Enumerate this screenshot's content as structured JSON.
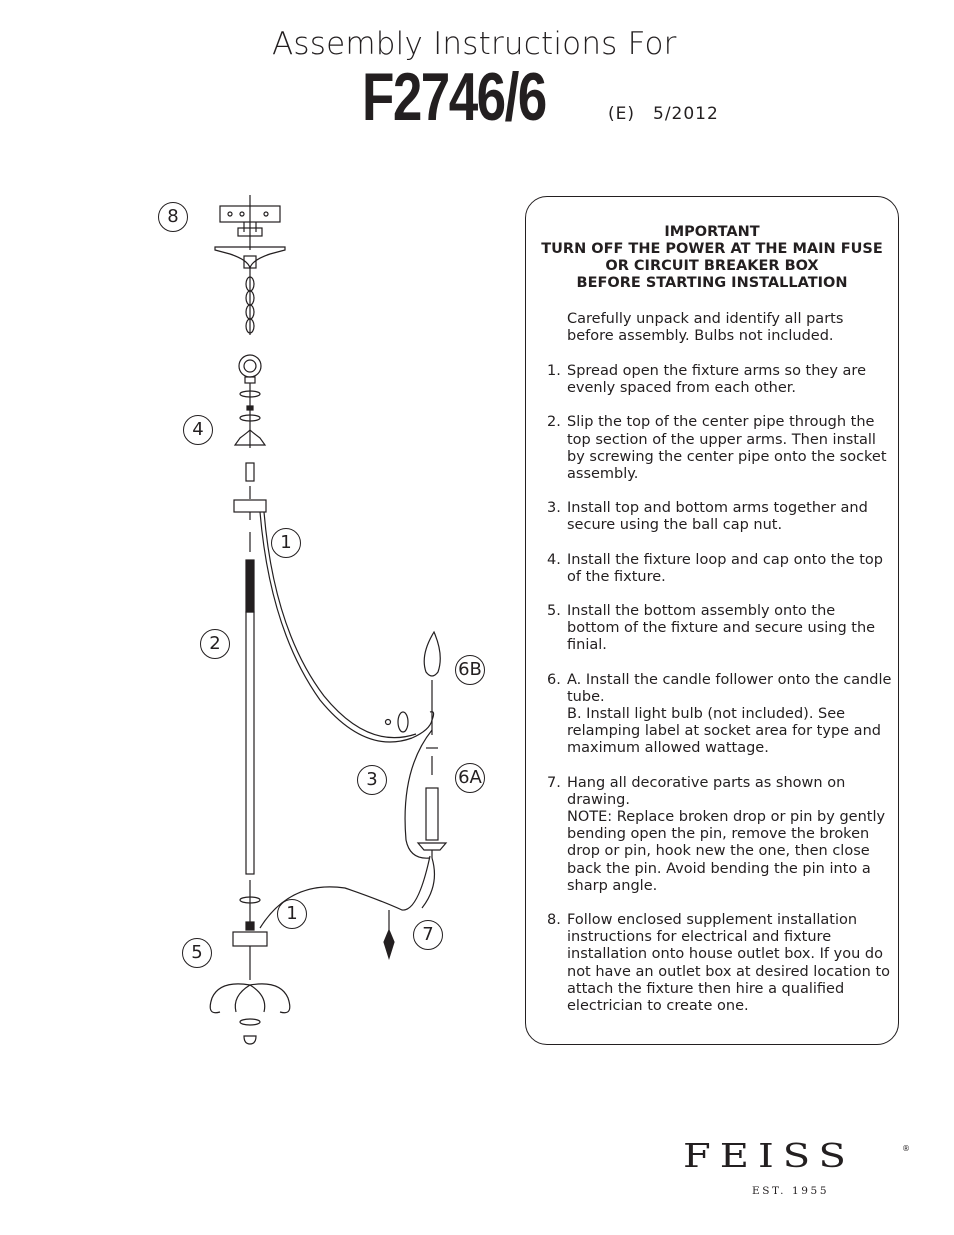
{
  "header": {
    "title": "Assembly Instructions For",
    "model_number": "F2746/6",
    "revision": "(E)",
    "date": "5/2012"
  },
  "diagram": {
    "callouts": [
      "8",
      "4",
      "1",
      "2",
      "6B",
      "3",
      "6A",
      "1",
      "7",
      "5"
    ]
  },
  "instructions": {
    "important_lines": [
      "IMPORTANT",
      "TURN OFF THE POWER AT THE MAIN FUSE",
      "OR CIRCUIT BREAKER BOX",
      "BEFORE STARTING INSTALLATION"
    ],
    "intro": "Carefully unpack and identify all parts before assembly.  Bulbs not included.",
    "steps": [
      {
        "number": "1.",
        "text": "Spread open the fixture arms so they are evenly spaced from each other."
      },
      {
        "number": "2.",
        "text": "Slip the top of  the center pipe through the top section of  the upper arms. Then install by screwing the center pipe onto the socket assembly."
      },
      {
        "number": "3.",
        "text": "Install top and bottom arms together and secure using the ball cap nut."
      },
      {
        "number": "4.",
        "text": "Install the fixture loop and cap onto the top of  the fixture."
      },
      {
        "number": "5.",
        "text": "Install the bottom assembly onto the bottom of  the fixture and secure using the finial."
      },
      {
        "number": "6.",
        "text": "A. Install the candle follower onto the candle tube.\nB. Install light bulb (not included). See relamping label at socket area for type and maximum allowed wattage."
      },
      {
        "number": "7.",
        "text": "Hang all decorative parts as shown on drawing.\nNOTE: Replace broken drop or pin by gently bending open the pin, remove the broken drop or pin, hook new the one, then close back the pin. Avoid bending the pin into a sharp angle."
      },
      {
        "number": "8.",
        "text": "Follow enclosed supplement installation instructions for electrical and fixture installation onto house outlet box. If  you do not have an outlet box at desired location to attach the fixture then hire a qualified electrician to create one."
      }
    ]
  },
  "brand": {
    "name": "FEISS",
    "registered": "®",
    "established": "EST. 1955"
  }
}
